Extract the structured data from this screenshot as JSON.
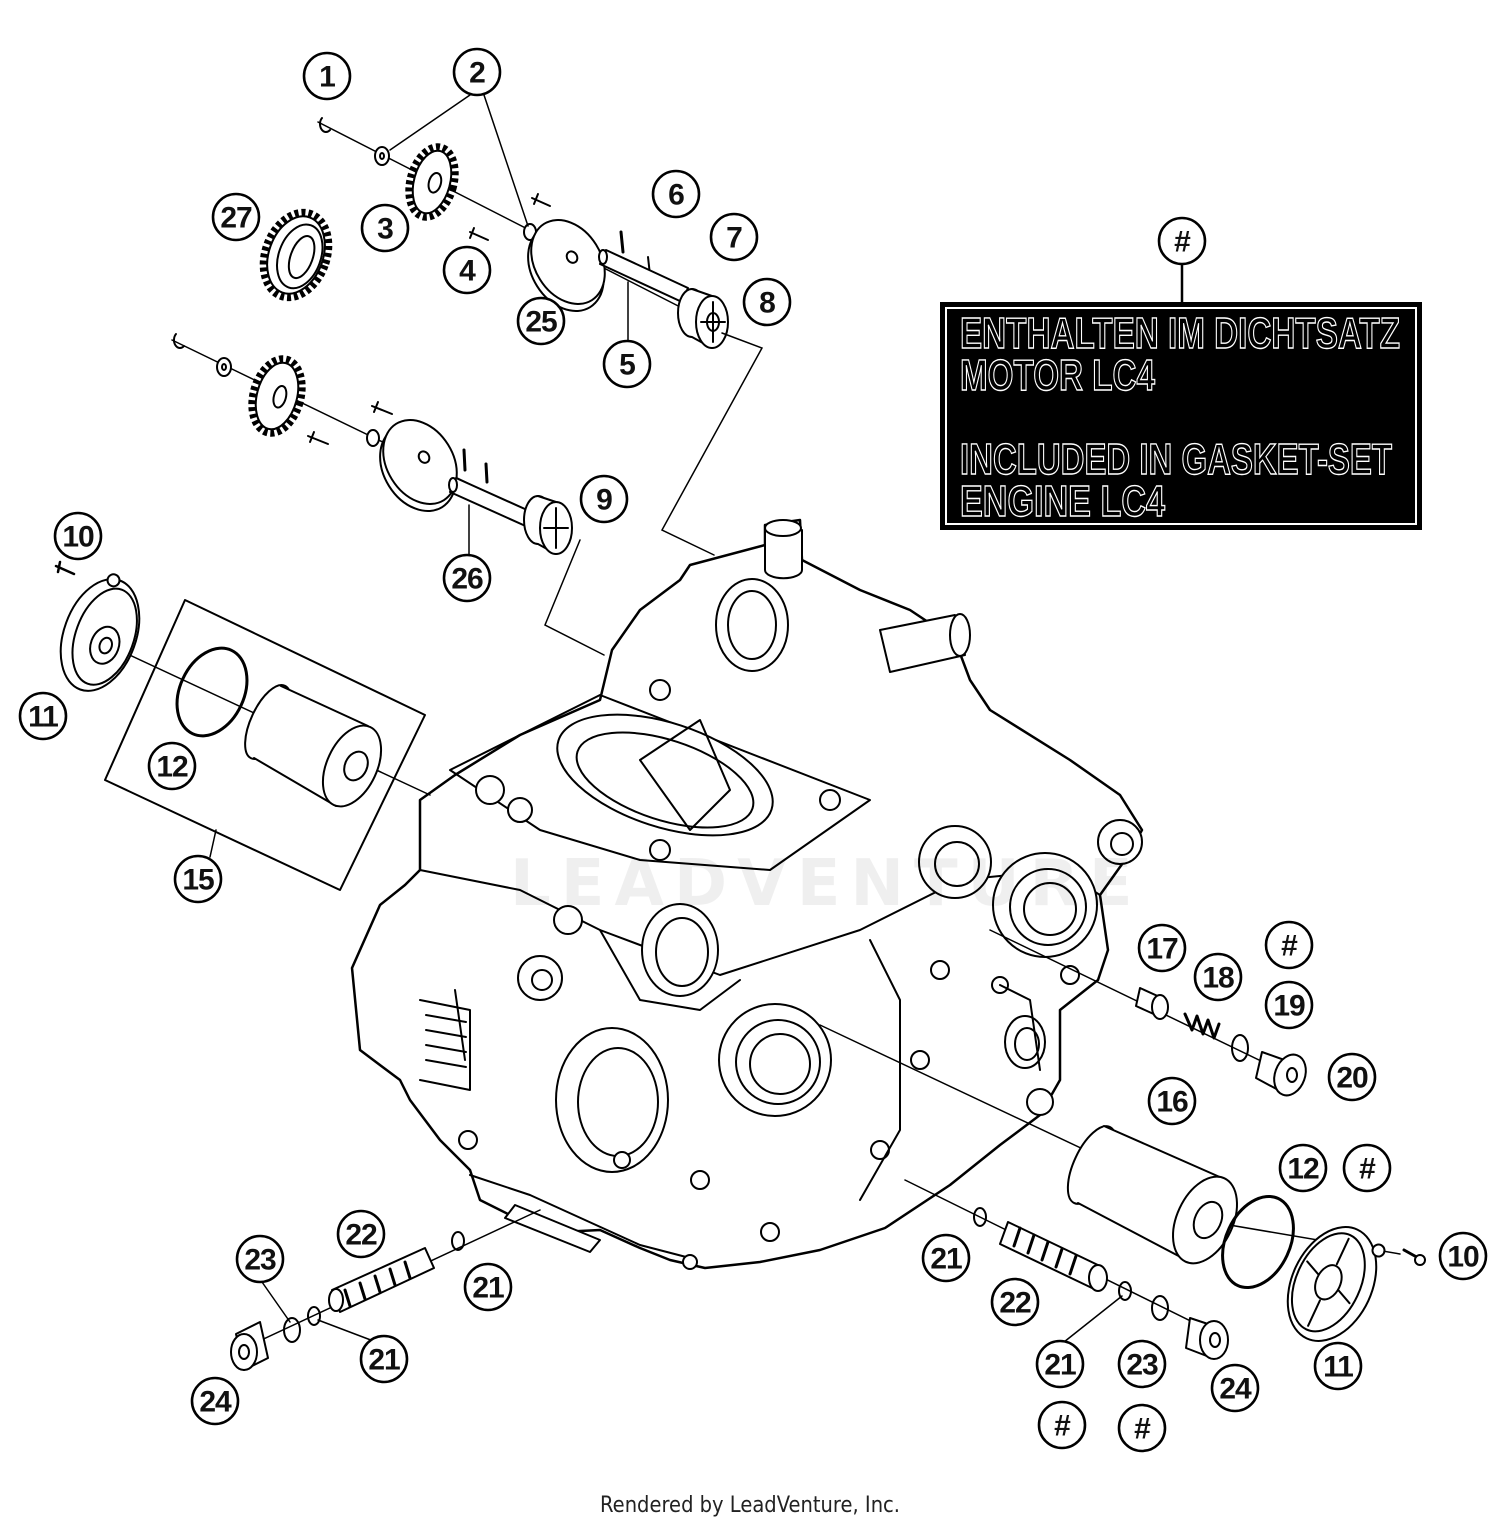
{
  "diagram": {
    "callouts": [
      "1",
      "2",
      "27",
      "3",
      "4",
      "6",
      "7",
      "8",
      "25",
      "5",
      "#",
      "9",
      "26",
      "10",
      "11",
      "12",
      "15",
      "17",
      "18",
      "#",
      "19",
      "20",
      "16",
      "12",
      "#",
      "10",
      "11",
      "21",
      "22",
      "21",
      "23",
      "24",
      "#",
      "#",
      "22",
      "23",
      "21",
      "21",
      "24"
    ],
    "legend": {
      "line1": "ENTHALTEN IM DICHTSATZ",
      "line2": "MOTOR LC4",
      "line3": "INCLUDED IN GASKET-SET",
      "line4": "ENGINE LC4"
    },
    "watermark": "LEADVENTURE",
    "footer": "Rendered by LeadVenture, Inc."
  }
}
